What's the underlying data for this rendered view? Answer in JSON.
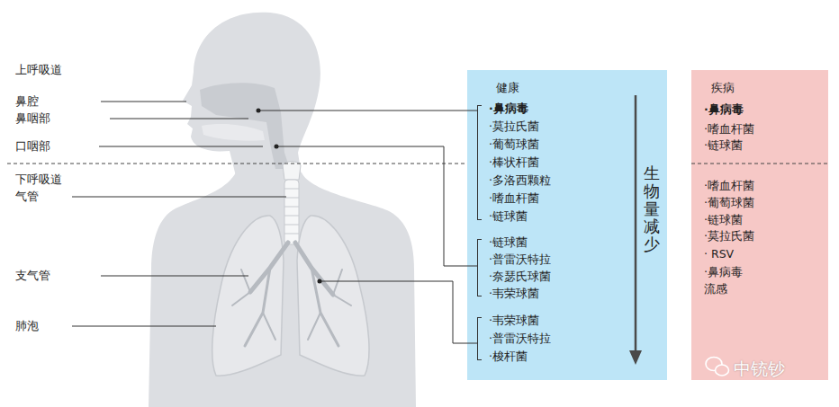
{
  "diagram": {
    "nodes": [
      {
        "text": [
          "健康",
          "生物量减少"
        ]
      },
      {
        "text": [
          "·鼻病毒",
          "·莫拉氏菌",
          "·葡萄球菌",
          "·棒状杆菌",
          "·多洛西颗粒",
          "·嗜血杆菌",
          "·链球菌"
        ],
        "in": 0
      },
      {
        "text": [
          "·链球菌",
          "·普雷沃特拉",
          "·奈瑟氏球菌",
          "·韦荣球菌"
        ],
        "in": 0
      },
      {
        "text": [
          "·韦荣球菌",
          "·普雷沃特拉",
          "·梭杆菌"
        ],
        "in": 0
      },
      {
        "text": [
          "疾病",
          "·鼻病毒",
          "·嗜血杆菌",
          "·链球菌",
          "·嗜血杆菌",
          "·葡萄球菌",
          "·链球菌",
          "·莫拉氏菌",
          "· RSV",
          "·鼻病毒",
          "流感"
        ]
      }
    ],
    "labels": [
      "上呼吸道",
      "鼻腔",
      "鼻咽部",
      "口咽部",
      "下呼吸道",
      "气管",
      "支气管",
      "肺泡",
      "中铳钞"
    ]
  }
}
